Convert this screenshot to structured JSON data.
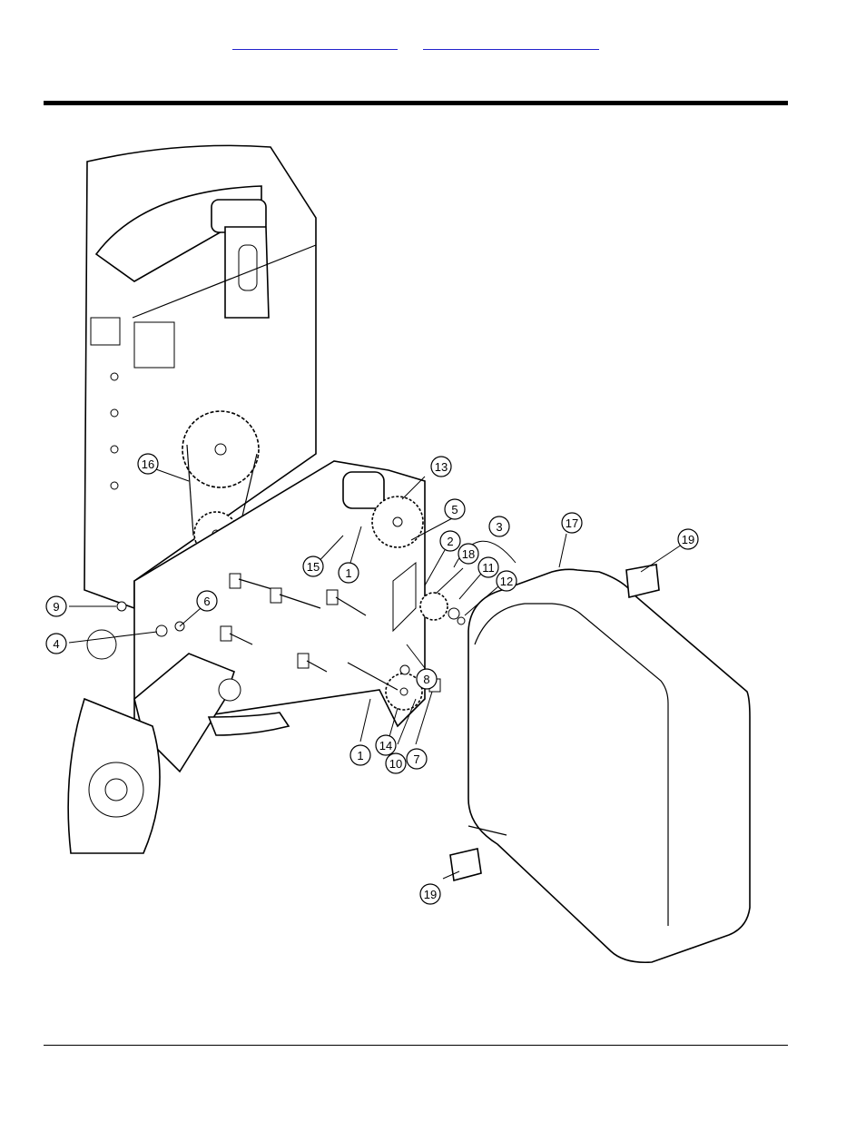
{
  "header": {
    "links": [
      {
        "label": ""
      },
      {
        "label": ""
      }
    ]
  },
  "diagram": {
    "callouts": [
      {
        "label": "1"
      },
      {
        "label": "1"
      },
      {
        "label": "2"
      },
      {
        "label": "3"
      },
      {
        "label": "4"
      },
      {
        "label": "5"
      },
      {
        "label": "6"
      },
      {
        "label": "7"
      },
      {
        "label": "8"
      },
      {
        "label": "9"
      },
      {
        "label": "10"
      },
      {
        "label": "11"
      },
      {
        "label": "12"
      },
      {
        "label": "13"
      },
      {
        "label": "14"
      },
      {
        "label": "15"
      },
      {
        "label": "16"
      },
      {
        "label": "17"
      },
      {
        "label": "18"
      },
      {
        "label": "19"
      },
      {
        "label": "19"
      }
    ]
  }
}
